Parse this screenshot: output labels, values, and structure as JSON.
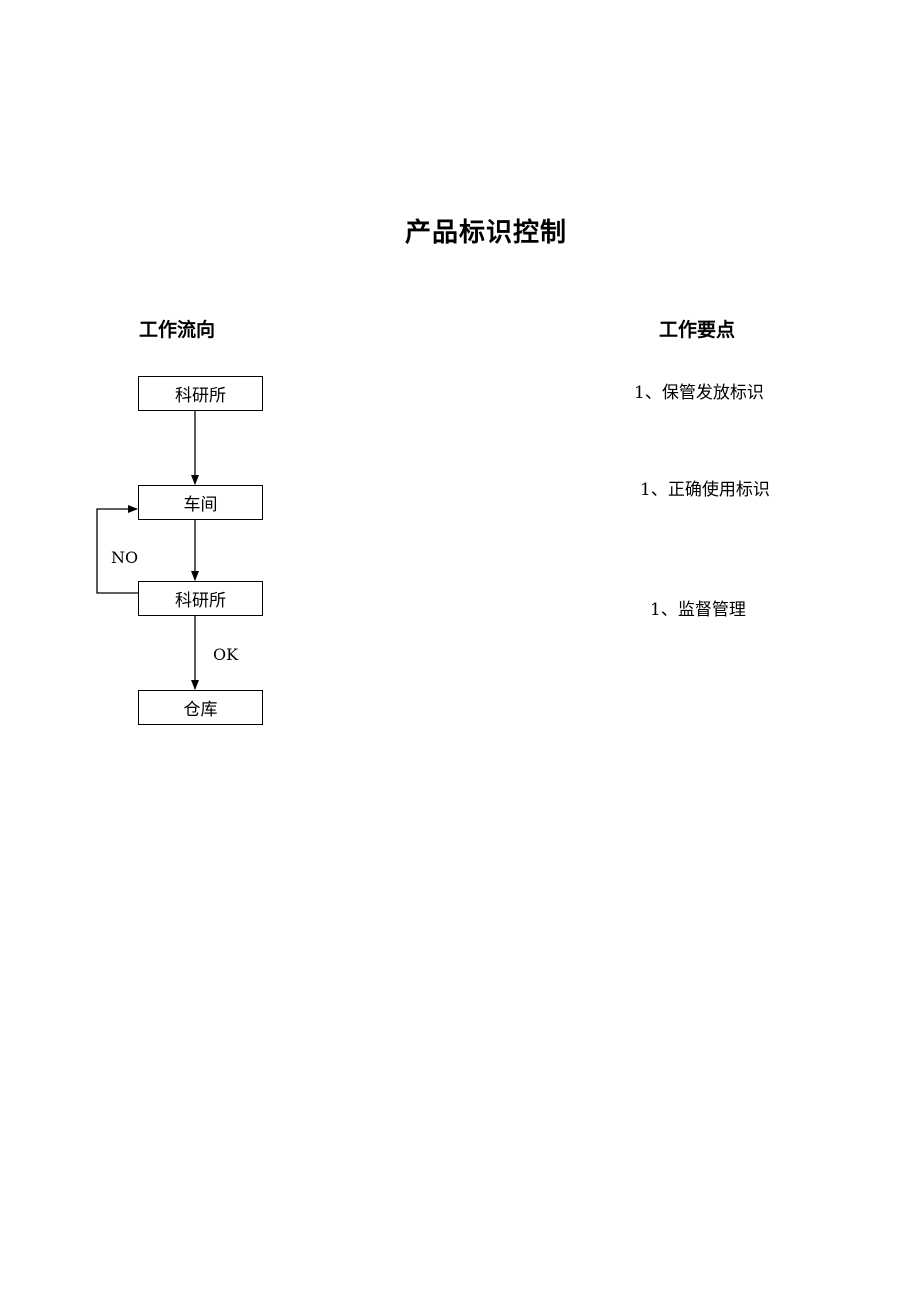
{
  "title": "产品标识控制",
  "headings": {
    "flow": "工作流向",
    "points": "工作要点"
  },
  "flow": {
    "steps": [
      "科研所",
      "车间",
      "科研所",
      "仓库"
    ],
    "no_label": "NO",
    "ok_label": "OK"
  },
  "points": [
    "1、保管发放标识",
    "1、正确使用标识",
    "1、监督管理"
  ]
}
